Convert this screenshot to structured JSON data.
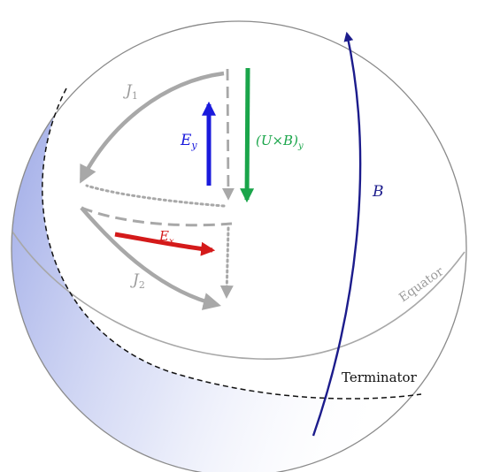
{
  "labels": {
    "j1": "J",
    "j1_sub": "1",
    "j2": "J",
    "j2_sub": "2",
    "ey": "E",
    "ey_sub": "y",
    "ex": "E",
    "ex_sub": "x",
    "uxb": "(U×B)",
    "uxb_sub": "y",
    "b": "B",
    "equator": "Equator",
    "terminator": "Terminator"
  },
  "colors": {
    "sphere_outline": "#8a8a8a",
    "current_loop": "#a8a8a8",
    "electric_field_y": "#1a1adc",
    "electric_field_x": "#d41a1a",
    "uxb_vector": "#1aa54a",
    "magnetic_field": "#1c1c8c",
    "night_shade": "#9aa6e6",
    "terminator_line": "#111111",
    "label_gray": "#9a9a9a"
  }
}
